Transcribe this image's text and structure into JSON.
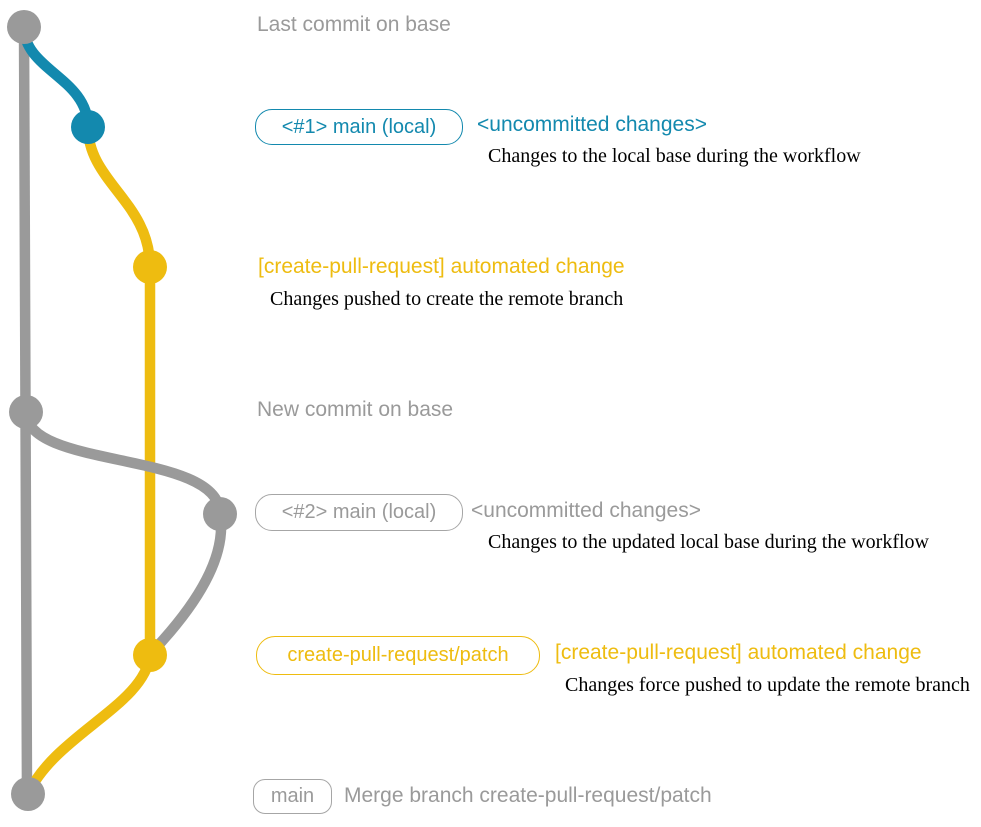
{
  "colors": {
    "gray": "#9a9a9a",
    "blue": "#1389ae",
    "yellow": "#eebc10",
    "description_text": "#000000",
    "background": "#ffffff"
  },
  "graph": {
    "branches": [
      {
        "name": "base",
        "color_key": "gray"
      },
      {
        "name": "main (local)",
        "color_key": "blue"
      },
      {
        "name": "create-pull-request/patch",
        "color_key": "yellow"
      }
    ],
    "commit_count": 7
  },
  "annotations": {
    "row1": {
      "label": "Last commit on base"
    },
    "row2": {
      "badge": "<#1> main (local)",
      "title": "<uncommitted changes>",
      "description": "Changes to the local base during the workflow"
    },
    "row3": {
      "title": "[create-pull-request] automated change",
      "description": "Changes pushed to create the remote branch"
    },
    "row4": {
      "label": "New commit on base"
    },
    "row5": {
      "badge": "<#2> main (local)",
      "title": "<uncommitted changes>",
      "description": "Changes to the updated local base during the workflow"
    },
    "row6": {
      "badge": "create-pull-request/patch",
      "title": "[create-pull-request] automated change",
      "description": "Changes force pushed to update the remote branch"
    },
    "row7": {
      "badge": "main",
      "label": "Merge branch create-pull-request/patch"
    }
  }
}
